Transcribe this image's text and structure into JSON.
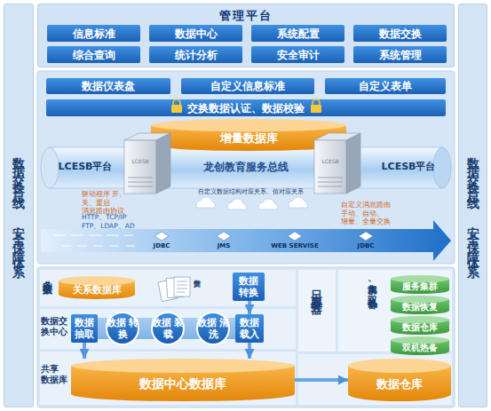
{
  "diagram": {
    "nodes": [
      {
        "text": [
          "数据交换总线、安全保障体系"
        ]
      },
      {
        "text": [
          "数据交换总线、安全保障体系"
        ]
      },
      {
        "text": [
          "管理平台"
        ]
      },
      {
        "text": [
          "信息标准"
        ],
        "in": 2
      },
      {
        "text": [
          "数据中心"
        ],
        "in": 2
      },
      {
        "text": [
          "系统配置"
        ],
        "in": 2
      },
      {
        "text": [
          "数据交换"
        ],
        "in": 2
      },
      {
        "text": [
          "综合查询"
        ],
        "in": 2
      },
      {
        "text": [
          "统计分析"
        ],
        "in": 2
      },
      {
        "text": [
          "安全审计"
        ],
        "in": 2
      },
      {
        "text": [
          "系统管理"
        ],
        "in": 2
      },
      {
        "text": [
          "数据仪表盘"
        ]
      },
      {
        "text": [
          "自定义信息标准"
        ]
      },
      {
        "text": [
          "自定义表单"
        ]
      },
      {
        "text": [
          "交换数据认证、数据校验"
        ]
      },
      {
        "text": [
          "增量数据库"
        ]
      },
      {
        "text": [
          "LCESB平台",
          "龙创教育服务总线",
          "LCESB平台"
        ]
      },
      {
        "text": [
          "关系数据库"
        ]
      },
      {
        "text": [
          "数据 转换"
        ]
      },
      {
        "text": [
          "数据 抽取"
        ]
      },
      {
        "text": [
          "数据 转换"
        ]
      },
      {
        "text": [
          "数据 装载"
        ]
      },
      {
        "text": [
          "数据 清洗"
        ]
      },
      {
        "text": [
          "数据 载入"
        ]
      },
      {
        "text": [
          "数据中心数据库"
        ]
      },
      {
        "text": [
          "数据仓库"
        ]
      },
      {
        "text": [
          "服务集群"
        ]
      },
      {
        "text": [
          "数据恢复"
        ]
      },
      {
        "text": [
          "数据仓库"
        ]
      },
      {
        "text": [
          "双机热备"
        ]
      }
    ],
    "edges": [
      {
        "from": 18,
        "to": 23,
        "arrow": "to"
      },
      {
        "from": 19,
        "to": 24,
        "arrow": "to"
      },
      {
        "from": 23,
        "to": 24,
        "arrow": "to"
      },
      {
        "from": 24,
        "to": 25,
        "arrow": "to"
      }
    ],
    "labels": [
      "驱动程序 开、关、重启 消息路由协议",
      "HTTP、TCP/IP FTP、LDAP、AD",
      "自定义数据结构对应关系、值对应关系",
      "自定义消息路由 手动、自动、 增量、全量交换",
      "JDBC",
      "JMS",
      "WEB SERVISE",
      "JDBC",
      "业务 数据",
      "数据文件",
      "数据交换中心",
      "共享 数据库",
      "日志服务器",
      "集群、双机热备",
      "LCESB",
      "LCESB"
    ]
  }
}
